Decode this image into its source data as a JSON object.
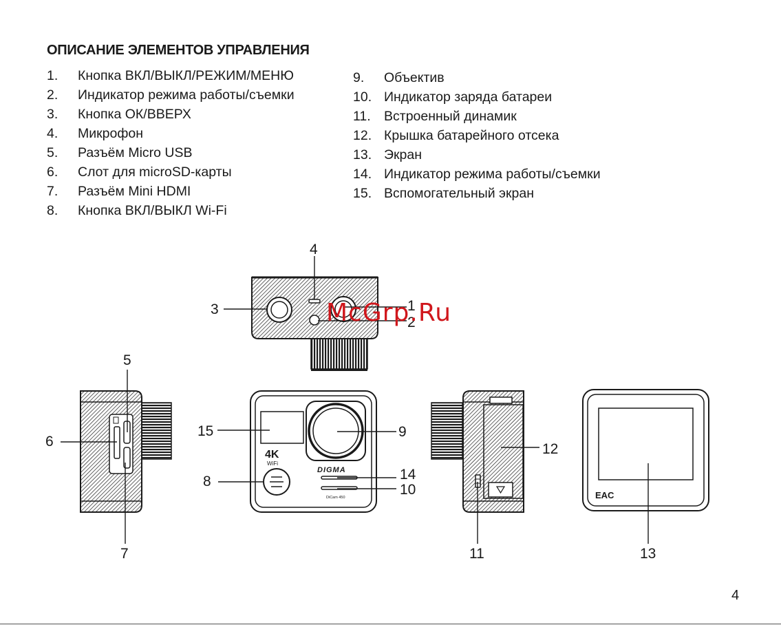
{
  "heading": "ОПИСАНИЕ ЭЛЕМЕНТОВ УПРАВЛЕНИЯ",
  "items_left": [
    {
      "num": "1.",
      "text": "Кнопка ВКЛ/ВЫКЛ/РЕЖИМ/МЕНЮ"
    },
    {
      "num": "2.",
      "text": "Индикатор режима работы/съемки"
    },
    {
      "num": "3.",
      "text": "Кнопка ОК/ВВЕРХ"
    },
    {
      "num": "4.",
      "text": "Микрофон"
    },
    {
      "num": "5.",
      "text": "Разъём Micro USB"
    },
    {
      "num": "6.",
      "text": "Слот для microSD-карты"
    },
    {
      "num": "7.",
      "text": "Разъём Mini HDMI"
    },
    {
      "num": "8.",
      "text": "Кнопка ВКЛ/ВЫКЛ Wi-Fi"
    }
  ],
  "items_right": [
    {
      "num": "9.",
      "text": "Объектив"
    },
    {
      "num": "10.",
      "text": "Индикатор заряда батареи"
    },
    {
      "num": "11.",
      "text": "Встроенный динамик"
    },
    {
      "num": "12.",
      "text": "Крышка батарейного отсека"
    },
    {
      "num": "13.",
      "text": "Экран"
    },
    {
      "num": "14.",
      "text": "Индикатор режима работы/съемки"
    },
    {
      "num": "15.",
      "text": "Вспомогательный экран"
    }
  ],
  "callouts": {
    "c1": "1",
    "c2": "2",
    "c3": "3",
    "c4": "4",
    "c5": "5",
    "c6": "6",
    "c7": "7",
    "c8": "8",
    "c9": "9",
    "c10": "10",
    "c11": "11",
    "c12": "12",
    "c13": "13",
    "c14": "14",
    "c15": "15"
  },
  "camera": {
    "badge": "4K",
    "wifi": "WiFi",
    "brand": "DIGMA",
    "model": "DiCam 450",
    "mark": "EAC"
  },
  "watermark": "McGrp.Ru",
  "page_number": "4"
}
